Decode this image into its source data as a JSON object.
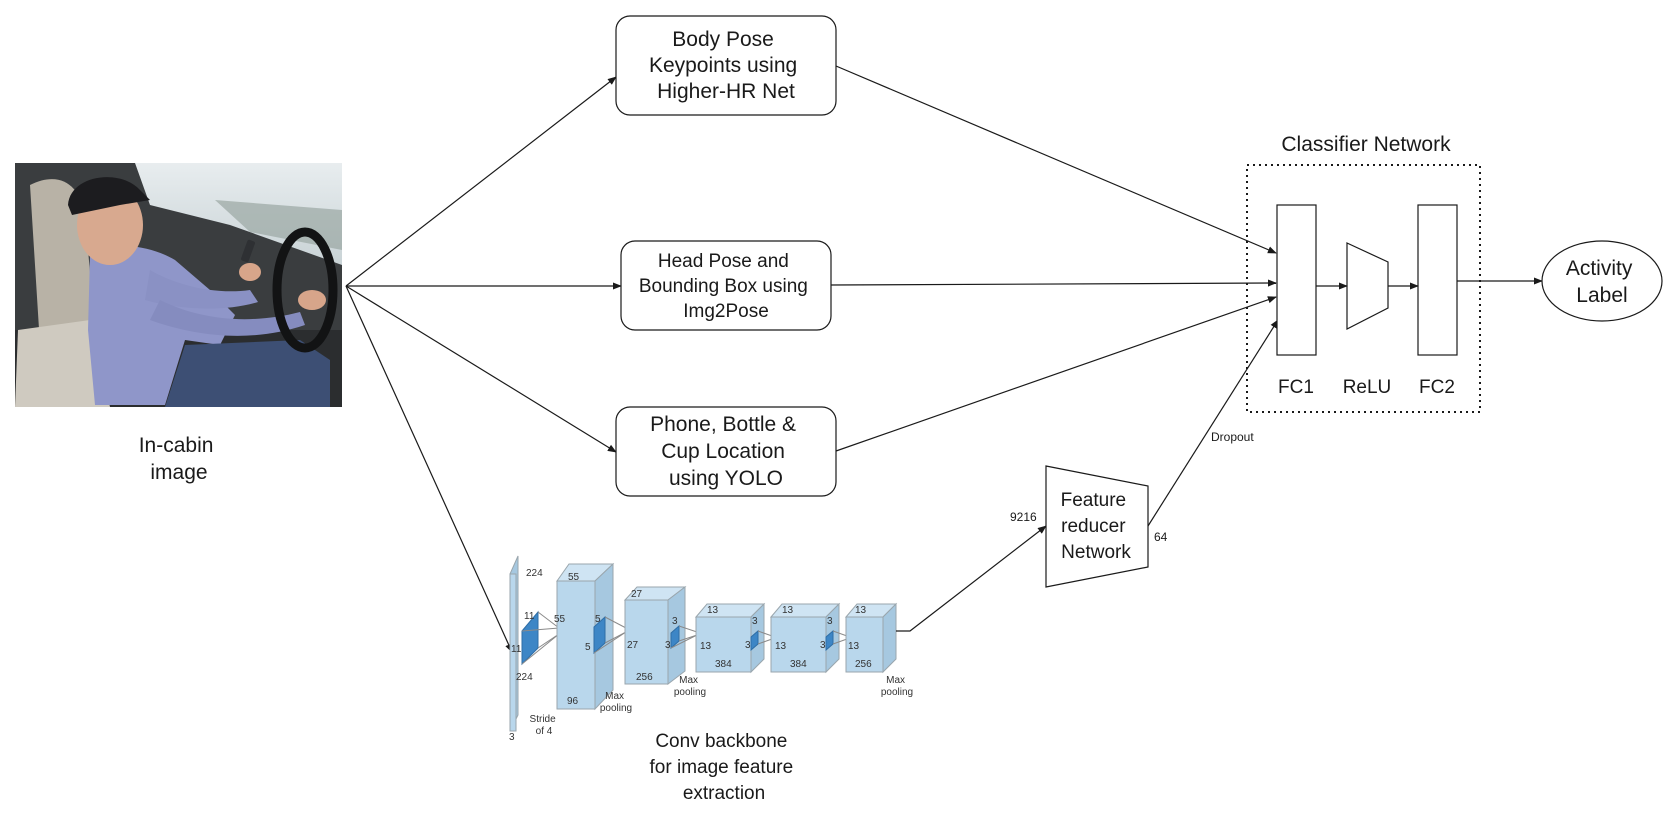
{
  "input": {
    "caption_lines": [
      "In-cabin",
      "image"
    ]
  },
  "branches": {
    "body_pose": {
      "lines": [
        "Body Pose",
        "Keypoints using",
        "Higher-HR Net"
      ]
    },
    "head_pose": {
      "lines": [
        "Head Pose and",
        "Bounding Box using",
        "Img2Pose"
      ]
    },
    "object_loc": {
      "lines": [
        "Phone, Bottle &",
        "Cup Location",
        "using YOLO"
      ]
    }
  },
  "feature_reducer": {
    "lines": [
      "Feature",
      "reducer",
      "Network"
    ],
    "input_dim": "9216",
    "output_dim": "64"
  },
  "dropout_label": "Dropout",
  "classifier": {
    "title": "Classifier Network",
    "fc1": "FC1",
    "relu": "ReLU",
    "fc2": "FC2"
  },
  "output": {
    "lines": [
      "Activity",
      "Label"
    ]
  },
  "backbone": {
    "caption_lines": [
      "Conv backbone",
      "for image feature",
      "extraction"
    ],
    "layer1": {
      "top": "224",
      "side": "224",
      "depth": "3",
      "kernel_h": "11",
      "kernel_w": "11",
      "note_lines": [
        "Stride",
        "of 4"
      ]
    },
    "layer2": {
      "top": "55",
      "side": "55",
      "depth": "96",
      "kernel_h": "5",
      "kernel_w": "5",
      "note_lines": [
        "Max",
        "pooling"
      ]
    },
    "layer3": {
      "top": "27",
      "side": "27",
      "depth": "256",
      "kernel_h": "3",
      "kernel_w": "3",
      "note_lines": [
        "Max",
        "pooling"
      ]
    },
    "layer4": {
      "top": "13",
      "side": "13",
      "depth": "384",
      "kernel_h": "3",
      "kernel_w": "3"
    },
    "layer5": {
      "top": "13",
      "side": "13",
      "depth": "384",
      "kernel_h": "3",
      "kernel_w": "3"
    },
    "layer6": {
      "top": "13",
      "side": "13",
      "depth": "256",
      "note_lines": [
        "Max",
        "pooling"
      ]
    }
  },
  "colors": {
    "cube_face": "#b9d7ec",
    "cube_top": "#cfe4f3",
    "cube_side": "#a6c8e0",
    "kernel": "#3d86c6"
  }
}
